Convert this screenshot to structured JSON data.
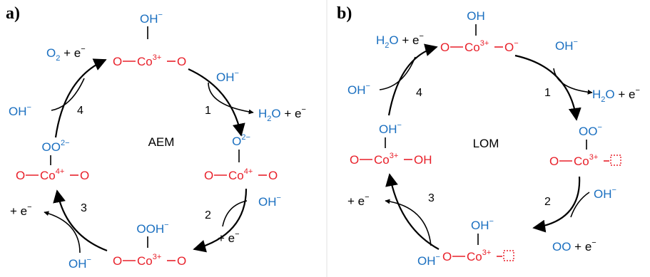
{
  "colors": {
    "red": "#e8202a",
    "blue": "#1a6fc0",
    "black": "#000000"
  },
  "panel_a": {
    "label": "a)",
    "center_label": "AEM",
    "steps": [
      "1",
      "2",
      "3",
      "4"
    ],
    "species": {
      "top_oh": "OH",
      "top_oh_sup": "−",
      "top_o1": "O",
      "top_co": "Co",
      "top_co_sup": "3+",
      "top_o2": "O",
      "right_o": "O",
      "right_o_sup": "2−",
      "right_o1": "O",
      "right_co": "Co",
      "right_co_sup": "4+",
      "right_o2": "O",
      "bottom_ooh": "OOH",
      "bottom_ooh_sup": "−",
      "bottom_o1": "O",
      "bottom_co": "Co",
      "bottom_co_sup": "3+",
      "bottom_o2": "O",
      "left_oo": "OO",
      "left_oo_sup": "2−",
      "left_o1": "O",
      "left_co": "Co",
      "left_co_sup": "4+",
      "left_o2": "O"
    },
    "reagents": {
      "s1_in": "OH",
      "s1_in_sup": "−",
      "s1_out_a": "H",
      "s1_out_sub": "2",
      "s1_out_b": "O",
      "s1_out_c": " + e",
      "s1_out_sup": "−",
      "s2_in": "OH",
      "s2_in_sup": "−",
      "s2_out": "+ e",
      "s2_out_sup": "−",
      "s3_in": "OH",
      "s3_in_sup": "−",
      "s3_out": "+ e",
      "s3_out_sup": "−",
      "s4_in": "OH",
      "s4_in_sup": "−",
      "s4_out_a": "O",
      "s4_out_sub": "2",
      "s4_out_c": " + e",
      "s4_out_sup": "−"
    }
  },
  "panel_b": {
    "label": "b)",
    "center_label": "LOM",
    "steps": [
      "1",
      "2",
      "3",
      "4"
    ],
    "species": {
      "top_oh": "OH",
      "top_o1": "O",
      "top_co": "Co",
      "top_co_sup": "3+",
      "top_o2": "O",
      "top_o2_sup": "−",
      "right_oo": "OO",
      "right_oo_sup": "−",
      "right_o1": "O",
      "right_co": "Co",
      "right_co_sup": "3+",
      "bottom_oh": "OH",
      "bottom_oh_sup": "−",
      "bottom_o1": "O",
      "bottom_co": "Co",
      "bottom_co_sup": "3+",
      "left_oh": "OH",
      "left_oh_sup": "−",
      "left_o1": "O",
      "left_co": "Co",
      "left_co_sup": "3+",
      "left_oh2": "OH"
    },
    "reagents": {
      "s1_in": "OH",
      "s1_in_sup": "−",
      "s1_out_a": "H",
      "s1_out_sub": "2",
      "s1_out_b": "O",
      "s1_out_c": " + e",
      "s1_out_sup": "−",
      "s2_in": "OH",
      "s2_in_sup": "−",
      "s2_out_a": "OO",
      "s2_out_c": " + e",
      "s2_out_sup": "−",
      "s3_in": "OH",
      "s3_in_sup": "−",
      "s3_out": "+ e",
      "s3_out_sup": "−",
      "s4_in": "OH",
      "s4_in_sup": "−",
      "s4_out_a": "H",
      "s4_out_sub": "2",
      "s4_out_b": "O",
      "s4_out_c": " + e",
      "s4_out_sup": "−"
    }
  }
}
